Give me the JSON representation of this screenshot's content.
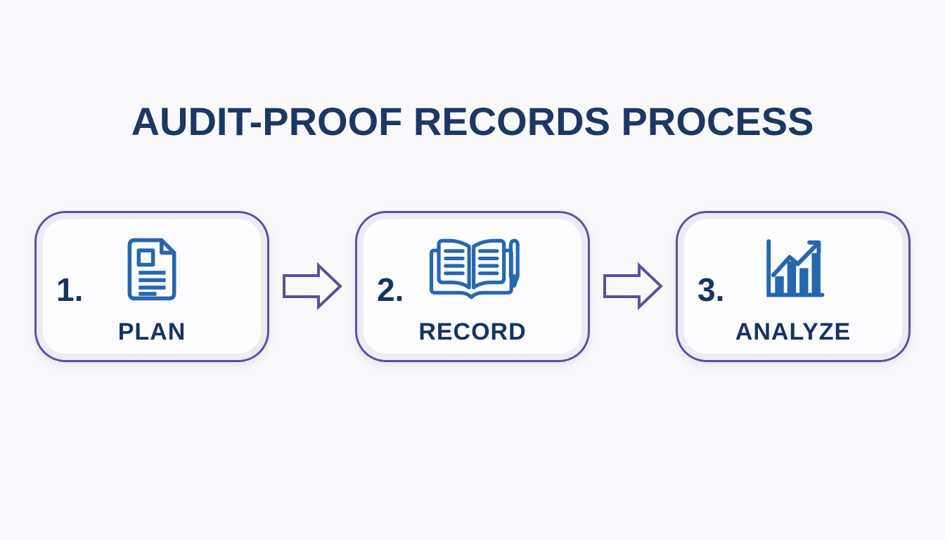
{
  "title": "AUDIT-PROOF RECORDS PROCESS",
  "steps": [
    {
      "number": "1.",
      "label": "PLAN",
      "icon": "document-icon"
    },
    {
      "number": "2.",
      "label": "RECORD",
      "icon": "open-book-pen-icon"
    },
    {
      "number": "3.",
      "label": "ANALYZE",
      "icon": "bar-chart-growth-icon"
    }
  ],
  "connectors": [
    {
      "icon": "block-arrow-right-icon"
    },
    {
      "icon": "block-arrow-right-icon"
    }
  ],
  "colors": {
    "background": "#f9f9fb",
    "title": "#1d3765",
    "box_border": "#5c50a2",
    "box_inner_ring": "#edecf6",
    "box_fill": "#fdfdff",
    "text": "#17345f",
    "icon_blue": "#2667ae",
    "arrow": "#5b4fa0"
  }
}
